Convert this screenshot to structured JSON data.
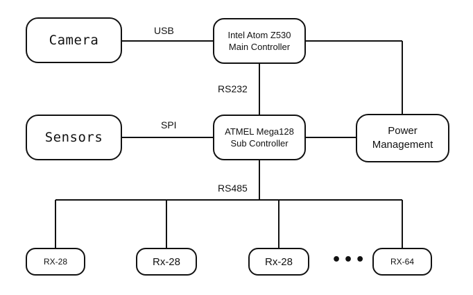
{
  "nodes": {
    "camera": {
      "label": "Camera"
    },
    "sensors": {
      "label": "Sensors"
    },
    "main_controller": {
      "line1": "Intel Atom Z530",
      "line2": "Main Controller"
    },
    "sub_controller": {
      "line1": "ATMEL Mega128",
      "line2": "Sub Controller"
    },
    "power_management": {
      "line1": "Power",
      "line2": "Management"
    },
    "servos": [
      {
        "label": "RX-28"
      },
      {
        "label": "Rx-28"
      },
      {
        "label": "Rx-28"
      },
      {
        "label": "RX-64"
      }
    ],
    "ellipsis": "•••"
  },
  "connections": {
    "usb": "USB",
    "spi": "SPI",
    "rs232": "RS232",
    "rs485": "RS485"
  }
}
